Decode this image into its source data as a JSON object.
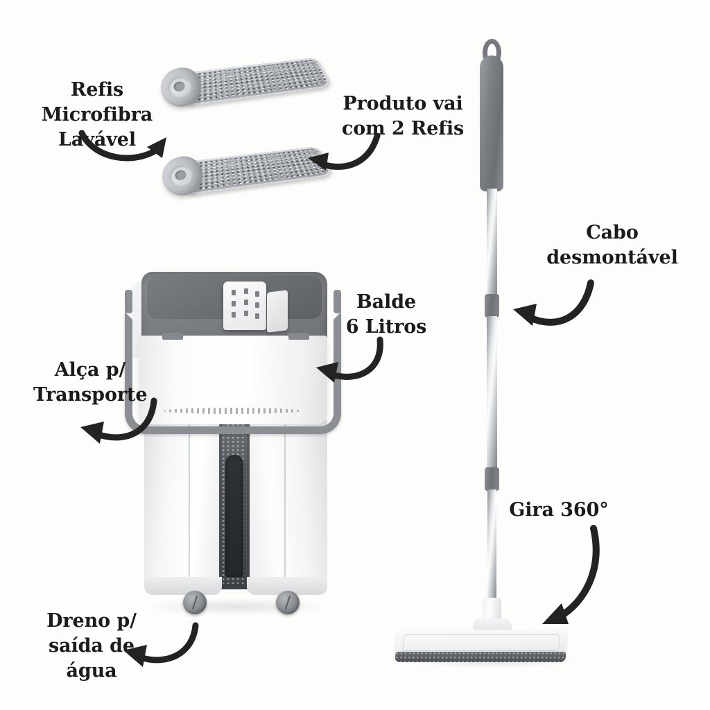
{
  "image": {
    "kind": "product-infographic",
    "language": "pt-BR",
    "background_color": "#fdfdfc",
    "text_color": "#1b1b1b",
    "arrow_color": "#232323"
  },
  "callouts": [
    {
      "id": "refis-microfibra",
      "text": "Refis Microfibra\nLavável",
      "align": "center",
      "points_to": "microfiber-pad-top"
    },
    {
      "id": "produto-2-refis",
      "text": "Produto vai\ncom 2 Refis",
      "align": "center",
      "points_to": "microfiber-pad-bottom"
    },
    {
      "id": "cabo-desmontavel",
      "text": "Cabo\ndesmontável",
      "align": "center",
      "points_to": "mop-pole-connector"
    },
    {
      "id": "balde-6-litros",
      "text": "Balde\n6 Litros",
      "align": "center",
      "points_to": "bucket-upper-body"
    },
    {
      "id": "alca-transporte",
      "text": "Alça p/\nTransporte",
      "align": "center",
      "points_to": "bucket-carry-handle"
    },
    {
      "id": "dreno-saida-agua",
      "text": "Dreno p/\nsaída de água",
      "align": "center",
      "points_to": "bucket-drain-cap"
    },
    {
      "id": "gira-360",
      "text": "Gira 360°",
      "align": "center",
      "points_to": "mop-head-swivel"
    }
  ],
  "products": {
    "microfiber_pads": {
      "count": 2,
      "name": "refil-microfibra"
    },
    "bucket": {
      "name": "balde",
      "capacity_label": "6 Litros"
    },
    "mop": {
      "name": "mop-rodo-giratorio",
      "swivel_label": "360°"
    }
  },
  "icons": {
    "arrow": "curved-arrow-icon"
  }
}
